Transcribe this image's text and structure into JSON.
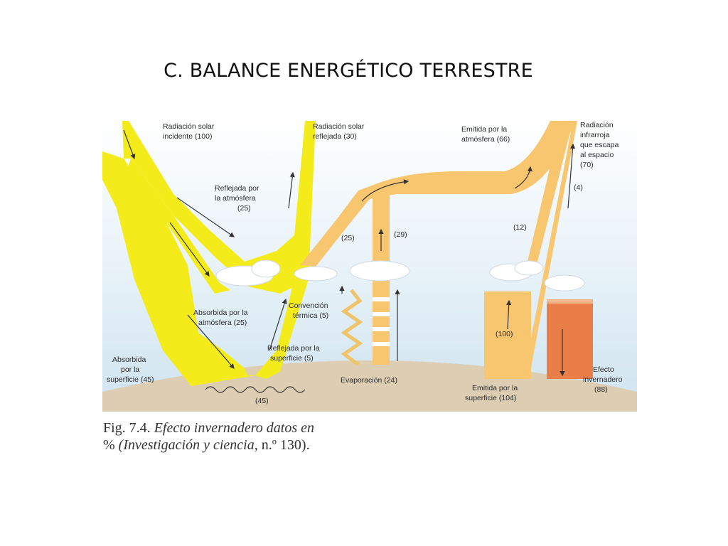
{
  "title": "C. BALANCE ENERGÉTICO TERRESTRE",
  "diagram": {
    "labels": {
      "incoming_1": "Radiación solar",
      "incoming_2": "incidente (100)",
      "reflected_1": "Radiación solar",
      "reflected_2": "reflejada (30)",
      "atm_emitted_1": "Emitida por la",
      "atm_emitted_2": "atmósfera (66)",
      "ir_escape_1": "Radiación",
      "ir_escape_2": "infrarroja",
      "ir_escape_3": "que escapa",
      "ir_escape_4": "al espacio",
      "ir_escape_5": "(70)",
      "ir_4": "(4)",
      "refl_atm_1": "Reflejada por",
      "refl_atm_2": "la atmósfera",
      "refl_atm_3": "(25)",
      "val_25": "(25)",
      "val_29": "(29)",
      "val_12": "(12)",
      "conv_1": "Convención",
      "conv_2": "térmica (5)",
      "abs_atm_1": "Absorbida por la",
      "abs_atm_2": "atmósfera (25)",
      "val_100": "(100)",
      "abs_surf_1": "Absorbida",
      "abs_surf_2": "por la",
      "abs_surf_3": "superficie (45)",
      "refl_surf_1": "Reflejada por la",
      "refl_surf_2": "superficie (5)",
      "evap": "Evaporación (24)",
      "greenhouse_1": "Efecto",
      "greenhouse_2": "invernadero",
      "greenhouse_3": "(88)",
      "val_45": "(45)",
      "surf_emit_1": "Emitida por la",
      "surf_emit_2": "superficie (104)"
    },
    "colors": {
      "solar": "#f4ec1a",
      "infrared": "#f8c66e",
      "greenhouse": "#ea7e48",
      "ground": "#ddcdb2"
    }
  },
  "caption": {
    "line1_num": "Fig. 7.4.",
    "line1_it": "Efecto invernadero datos en",
    "line2_pct": "%",
    "line2_it": "(Investigación y ciencia,",
    "line2_rest": "n.º 130)."
  }
}
